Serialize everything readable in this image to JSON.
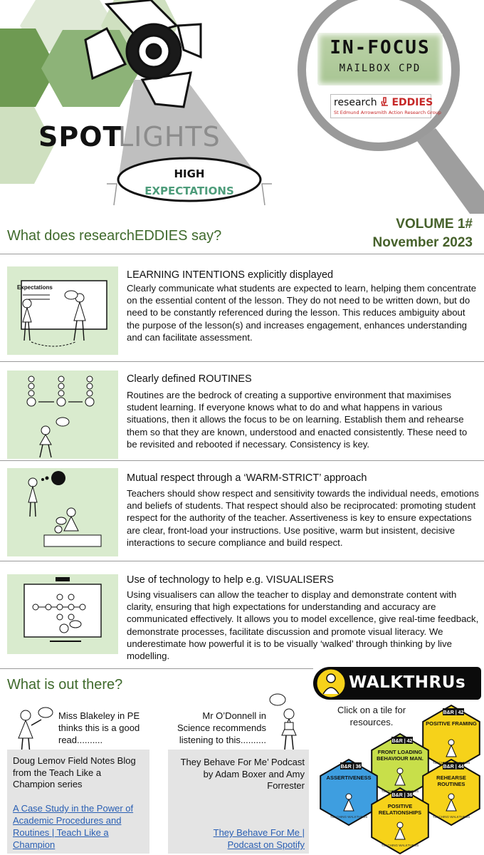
{
  "header": {
    "spot_word_1": "SPOT",
    "spot_word_2": "LIGHTS",
    "ellipse_line_1": "HIGH",
    "ellipse_line_2": "EXPECTATIONS",
    "infocus_line_1": "IN-FOCUS",
    "infocus_line_2": "MAILBOX CPD",
    "logo_main_1": "research",
    "logo_main_2": "EDDIES",
    "logo_sub": "St Edmund Arrowsmith Action Research Group"
  },
  "titles": {
    "say": "What does researchEDDIES say?",
    "volume": "VOLUME 1#",
    "date": "November 2023",
    "out_there": "What is out there?"
  },
  "sections": [
    {
      "image_caption": "Expectations",
      "title": "LEARNING INTENTIONS explicitly displayed",
      "body": "Clearly communicate what students are expected to learn, helping them concentrate on the essential content of the lesson. They do not need to be written down, but do need to be constantly referenced during the lesson. This reduces ambiguity about the purpose of the lesson(s) and increases engagement, enhances understanding and can facilitate assessment."
    },
    {
      "title": "Clearly defined ROUTINES",
      "body": "Routines are the bedrock of creating a supportive environment that maximises student learning. If everyone knows what to do and what happens in various situations, then it allows the focus to be on learning. Establish them and rehearse them so that they are known, understood and enacted consistently. These need to be revisited and rebooted if necessary. Consistency is key."
    },
    {
      "title": "Mutual respect through a ‘WARM-STRICT’ approach",
      "body": "Teachers should show respect and sensitivity towards the individual needs, emotions and beliefs of students. That respect should also be reciprocated: promoting student respect for the authority of the teacher. Assertiveness is key to ensure expectations are clear, front-load your instructions. Use positive, warm but insistent, decisive interactions to secure compliance and build respect."
    },
    {
      "title": "Use of technology to help e.g. VISUALISERS",
      "body": "Using visualisers can allow the teacher to display and demonstrate content with clarity, ensuring that high expectations for understanding and accuracy are communicated effectively. It allows you to model excellence, give real-time feedback, demonstrate processes, facilitate discussion and promote visual literacy. We underestimate how powerful it is to be visually ‘walked’ through thinking by live modelling."
    }
  ],
  "recommendations": [
    {
      "intro": "Miss Blakeley in PE thinks this is a good read..........",
      "description": "Doug Lemov Field Notes Blog from the Teach Like a Champion series",
      "link_text": "A Case Study in the Power of Academic Procedures and Routines | Teach Like a Champion"
    },
    {
      "intro": "Mr O’Donnell in Science recommends listening to this..........",
      "description": "They Behave For Me’ Podcast by Adam Boxer and Amy Forrester",
      "link_text": "They Behave For Me | Podcast on Spotify"
    }
  ],
  "walkthrus": {
    "title": "WALKTHRUs",
    "click_text": "Click on a tile for resources.",
    "brand": "TEACHING WALKTHRUS",
    "tiles": [
      {
        "tag": "B&R | 42",
        "label_1": "POSITIVE FRAMING",
        "label_2": "",
        "color": "#f6d21a"
      },
      {
        "tag": "B&R | 42",
        "label_1": "FRONT LOADING",
        "label_2": "BEHAVIOUR MAN.",
        "color": "#c8df4a"
      },
      {
        "tag": "B&R | 36",
        "label_1": "ASSERTIVENESS",
        "label_2": "",
        "color": "#3e9ee0"
      },
      {
        "tag": "B&R | 44",
        "label_1": "REHEARSE",
        "label_2": "ROUTINES",
        "color": "#f6d21a"
      },
      {
        "tag": "B&R | 36",
        "label_1": "POSITIVE",
        "label_2": "RELATIONSHIPS",
        "color": "#f6d21a"
      }
    ]
  }
}
